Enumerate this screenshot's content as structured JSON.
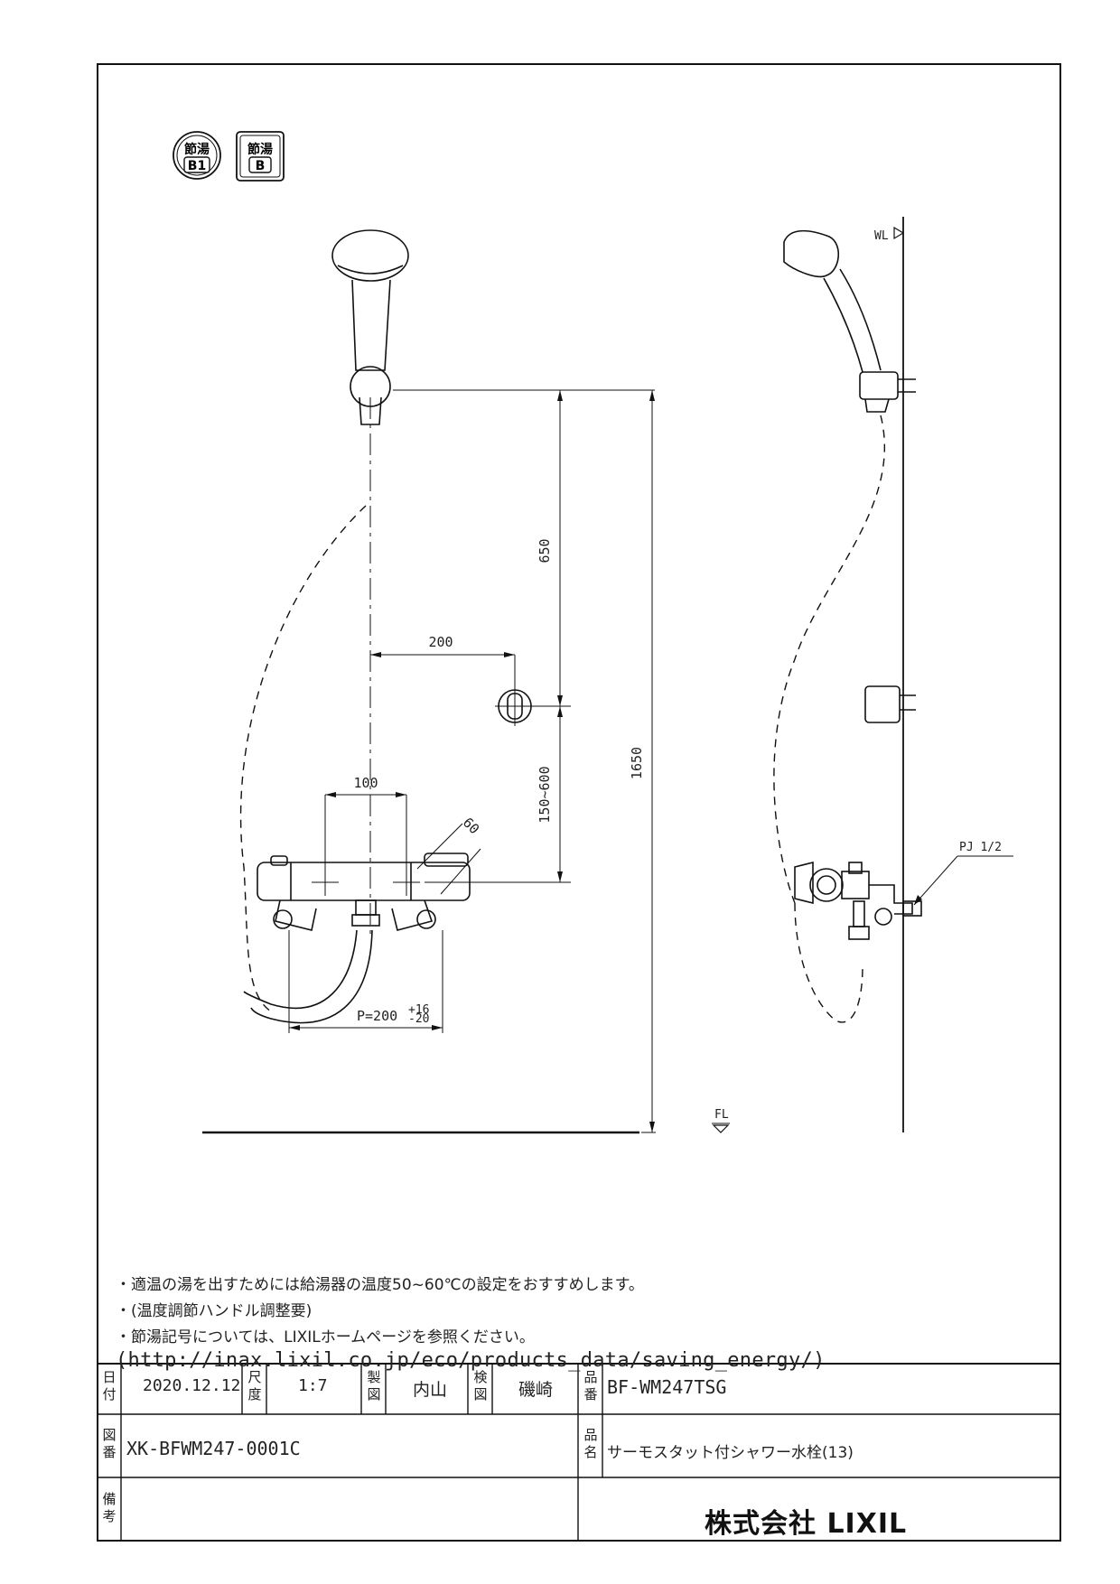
{
  "badges": {
    "b1_top": "節湯",
    "b1_bottom": "B1",
    "b_top": "節湯",
    "b_bottom": "B"
  },
  "labels": {
    "wl": "WL",
    "fl": "FL",
    "pj": "PJ 1/2"
  },
  "dimensions": {
    "d650": "650",
    "d200": "200",
    "d100": "100",
    "d60": "60",
    "d150_600": "150~600",
    "d1650": "1650",
    "pitch": "P=200",
    "pitch_tol_plus": "+16",
    "pitch_tol_minus": "-20"
  },
  "notes": [
    "・適温の湯を出すためには給湯器の温度50~60℃の設定をおすすめします。",
    "・(温度調節ハンドル調整要)",
    "・節湯記号については、LIXILホームページを参照ください。"
  ],
  "url": "(http://inax.lixil.co.jp/eco/products_data/saving_energy/)",
  "title_block": {
    "date_key": "日付",
    "date": "2020.12.12",
    "scale_key": "尺度",
    "scale": "1:7",
    "drawn_key": "製図",
    "drawn": "内山",
    "checked_key": "検図",
    "checked": "磯崎",
    "part_no_key": "品番",
    "part_no": "BF-WM247TSG",
    "drawing_no_key": "図番",
    "drawing_no": "XK-BFWM247-0001C",
    "product_name_key": "品名",
    "product_name": "サーモスタット付シャワー水栓(13)",
    "remarks_key": "備考",
    "company": "株式会社 LIXIL"
  }
}
